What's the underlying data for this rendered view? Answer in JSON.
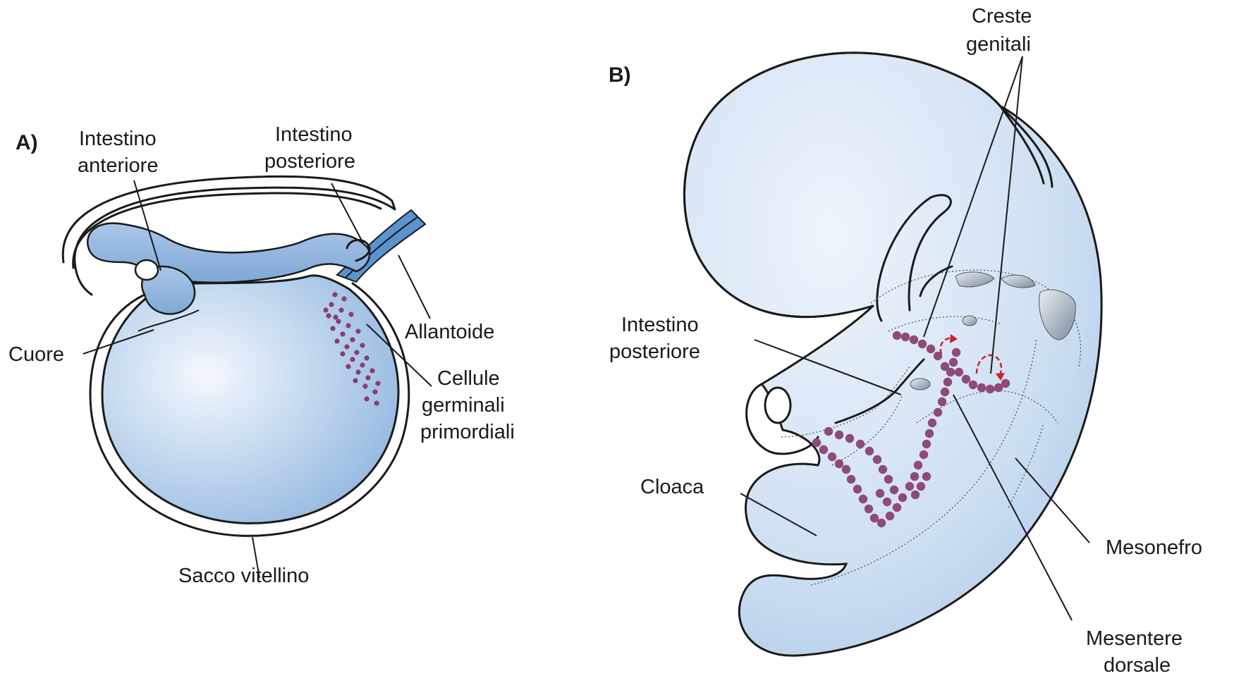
{
  "panels": {
    "a": {
      "letter": "A)",
      "labels": {
        "intestino_anteriore_1": "Intestino",
        "intestino_anteriore_2": "anteriore",
        "intestino_posteriore_1": "Intestino",
        "intestino_posteriore_2": "posteriore",
        "cuore": "Cuore",
        "allantoide": "Allantoide",
        "cellule_1": "Cellule",
        "cellule_2": "germinali",
        "cellule_3": "primordiali",
        "sacco_vitellino": "Sacco vitellino"
      }
    },
    "b": {
      "letter": "B)",
      "labels": {
        "creste_1": "Creste",
        "creste_2": "genitali",
        "intestino_posteriore_1": "Intestino",
        "intestino_posteriore_2": "posteriore",
        "cloaca": "Cloaca",
        "mesonefro": "Mesonefro",
        "mesentere_1": "Mesentere",
        "mesentere_2": "dorsale"
      }
    }
  },
  "colors": {
    "tissue_light": "#eef4fb",
    "tissue_mid": "#b5cfea",
    "tissue_dark": "#7fa8d6",
    "allantois": "#5b93cf",
    "germ_cells": "#8a3d6e",
    "migration_arrow": "#d21f2b",
    "kidney_shading": "#8a9aa8"
  },
  "icons": [
    "germ-cell-dot",
    "migration-arrow"
  ]
}
